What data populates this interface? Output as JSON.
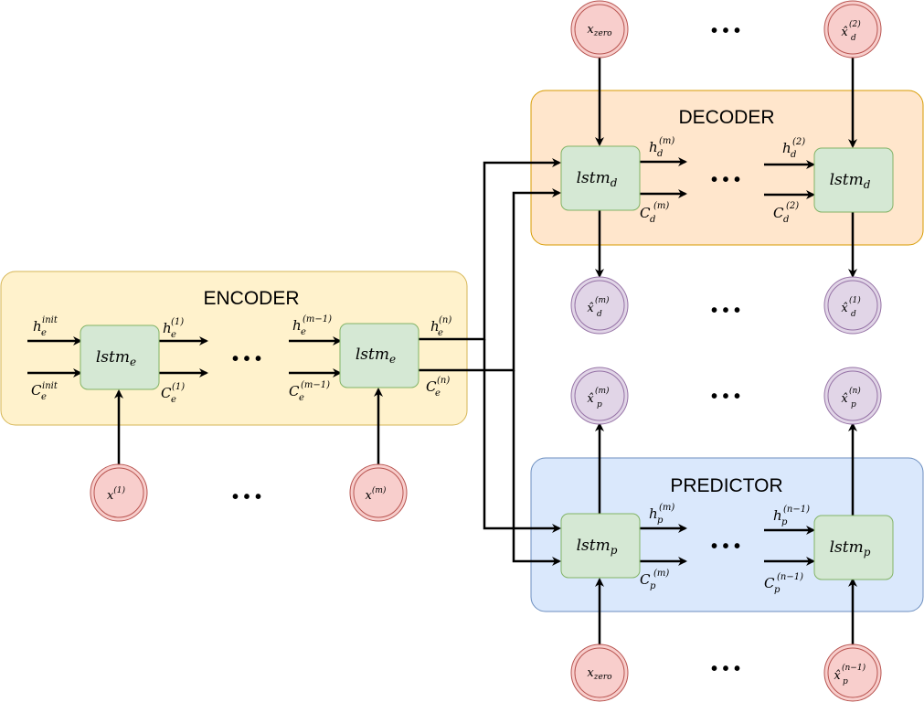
{
  "blocks": {
    "encoder": "ENCODER",
    "decoder": "DECODER",
    "predictor": "PREDICTOR"
  },
  "cells": {
    "enc": "lstm",
    "enc_sub": "e",
    "dec": "lstm",
    "dec_sub": "d",
    "pred": "lstm",
    "pred_sub": "p"
  },
  "inputs": {
    "x1": "x",
    "x1_sup": "(1)",
    "xm": "x",
    "xm_sup": "(m)",
    "dec_zero": "x",
    "dec_zero_sub": "zero",
    "pred_zero": "x",
    "pred_zero_sub": "zero",
    "dec_hat2": "x̂",
    "dec_hat2_sub": "d",
    "dec_hat2_sup": "(2)",
    "pred_hatn1": "x̂",
    "pred_hatn1_sub": "p",
    "pred_hatn1_sup": "(n−1)"
  },
  "outputs": {
    "dec_m": "x̂",
    "dec_m_sub": "d",
    "dec_m_sup": "(m)",
    "dec_1": "x̂",
    "dec_1_sub": "d",
    "dec_1_sup": "(1)",
    "pred_m": "x̂",
    "pred_m_sub": "p",
    "pred_m_sup": "(m)",
    "pred_n": "x̂",
    "pred_n_sub": "p",
    "pred_n_sup": "(n)"
  },
  "states": {
    "enc_h_init": {
      "base": "h",
      "sub": "e",
      "sup": "init"
    },
    "enc_c_init": {
      "base": "C",
      "sub": "e",
      "sup": "init"
    },
    "enc_h_1": {
      "base": "h",
      "sub": "e",
      "sup": "(1)"
    },
    "enc_c_1": {
      "base": "C",
      "sub": "e",
      "sup": "(1)"
    },
    "enc_h_m1": {
      "base": "h",
      "sub": "e",
      "sup": "(m−1)"
    },
    "enc_c_m1": {
      "base": "C",
      "sub": "e",
      "sup": "(m−1)"
    },
    "enc_h_n": {
      "base": "h",
      "sub": "e",
      "sup": "(n)"
    },
    "enc_c_n": {
      "base": "C",
      "sub": "e",
      "sup": "(n)"
    },
    "dec_h_m": {
      "base": "h",
      "sub": "d",
      "sup": "(m)"
    },
    "dec_c_m": {
      "base": "C",
      "sub": "d",
      "sup": "(m)"
    },
    "dec_h_2": {
      "base": "h",
      "sub": "d",
      "sup": "(2)"
    },
    "dec_c_2": {
      "base": "C",
      "sub": "d",
      "sup": "(2)"
    },
    "pred_h_m": {
      "base": "h",
      "sub": "p",
      "sup": "(m)"
    },
    "pred_c_m": {
      "base": "C",
      "sub": "p",
      "sup": "(m)"
    },
    "pred_h_n1": {
      "base": "h",
      "sub": "p",
      "sup": "(n−1)"
    },
    "pred_c_n1": {
      "base": "C",
      "sub": "p",
      "sup": "(n−1)"
    }
  },
  "ellipsis": "• • •",
  "colors": {
    "encoder_fill": "#fff2cc",
    "encoder_stroke": "#d6b656",
    "decoder_fill": "#ffe6cc",
    "decoder_stroke": "#d79b00",
    "predictor_fill": "#dae8fc",
    "predictor_stroke": "#6c8ebf",
    "cell_fill": "#d5e8d4",
    "cell_stroke": "#82b366",
    "input_fill": "#f8cecc",
    "input_stroke": "#b85450",
    "output_fill": "#e1d5e7",
    "output_stroke": "#9673a6"
  }
}
